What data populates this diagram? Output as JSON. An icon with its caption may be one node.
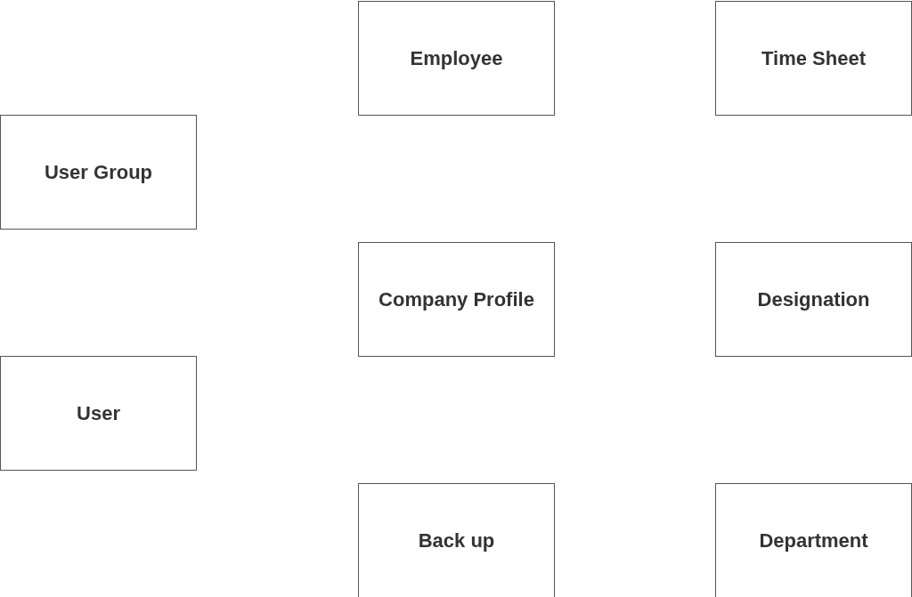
{
  "diagram": {
    "nodes": [
      {
        "text": [
          "Employee"
        ]
      },
      {
        "text": [
          "Time Sheet"
        ]
      },
      {
        "text": [
          "User Group"
        ]
      },
      {
        "text": [
          "Company Profile"
        ]
      },
      {
        "text": [
          "Designation"
        ]
      },
      {
        "text": [
          "User"
        ]
      },
      {
        "text": [
          "Back up"
        ]
      },
      {
        "text": [
          "Department"
        ]
      }
    ]
  }
}
